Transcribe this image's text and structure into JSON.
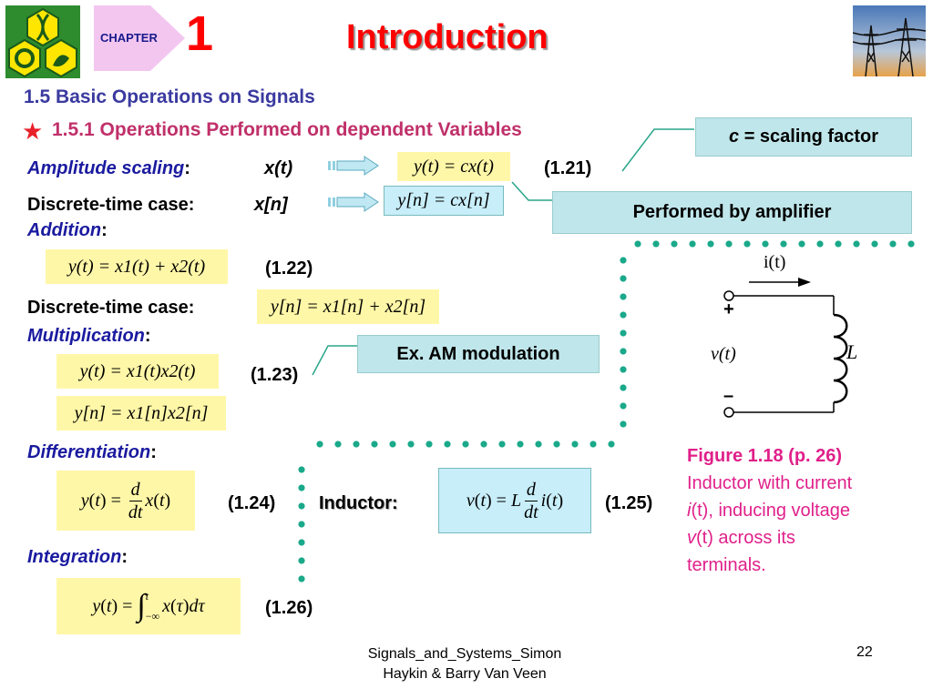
{
  "header": {
    "chapter_word": "CHAPTER",
    "chapter_number": "1",
    "title": "Introduction"
  },
  "section": {
    "heading": "1.5 Basic Operations on Signals",
    "subheading": "1.5.1 Operations Performed on dependent Variables"
  },
  "amplitude": {
    "label": "Amplitude scaling",
    "colon": ":",
    "input_signal": "x(t)",
    "equation": "y(t) = cx(t)",
    "eq_number": "(1.21)",
    "discrete_label": "Discrete-time case:",
    "discrete_input": "x[n]",
    "discrete_equation": "y[n] = cx[n]"
  },
  "callouts": {
    "scaling_factor_c": "c",
    "scaling_factor_rest": " = scaling factor",
    "amplifier": "Performed by amplifier",
    "am": "Ex. AM modulation"
  },
  "addition": {
    "label": "Addition",
    "colon": ":",
    "equation": "y(t) = x1(t) + x2(t)",
    "eq_number": "(1.22)",
    "discrete_label": "Discrete-time case:",
    "discrete_equation": "y[n] = x1[n] + x2[n]"
  },
  "multiplication": {
    "label": "Multiplication",
    "colon": ":",
    "equation": "y(t) = x1(t)x2(t)",
    "eq_number": "(1.23)",
    "discrete_equation": "y[n] = x1[n]x2[n]"
  },
  "differentiation": {
    "label": "Differentiation",
    "colon": ":",
    "eq_number": "(1.24)"
  },
  "inductor": {
    "label": "Inductor:",
    "eq_number": "(1.25)"
  },
  "integration": {
    "label": "Integration",
    "colon": ":",
    "eq_number": "(1.26)"
  },
  "figure": {
    "current_label": "i(t)",
    "plus": "+",
    "voltage_label": "v(t)",
    "minus": "–",
    "inductor_label": "L",
    "caption_title": "Figure 1.18  (p. 26)",
    "caption_line1": "Inductor with current",
    "caption_i": "i",
    "caption_i_arg": "(t), inducing voltage",
    "caption_v": "v",
    "caption_v_arg": "(t) across its",
    "caption_end": "terminals."
  },
  "footer": {
    "source_line1": "Signals_and_Systems_Simon",
    "source_line2": "Haykin & Barry Van Veen",
    "page_number": "22"
  },
  "colors": {
    "title_red": "#ff0000",
    "heading_blue": "#3a3aa0",
    "subheading_magenta": "#c0306a",
    "label_blue": "#1a1aa0",
    "equation_yellow": "#fff7a8",
    "equation_cyan": "#c8eefa",
    "callout_teal": "#bfe6ea",
    "dots_teal": "#1aa98a",
    "caption_pink": "#e0208a"
  },
  "icons": [
    "university-logo",
    "star-bullet",
    "right-arrow-icon",
    "power-lines-photo"
  ]
}
